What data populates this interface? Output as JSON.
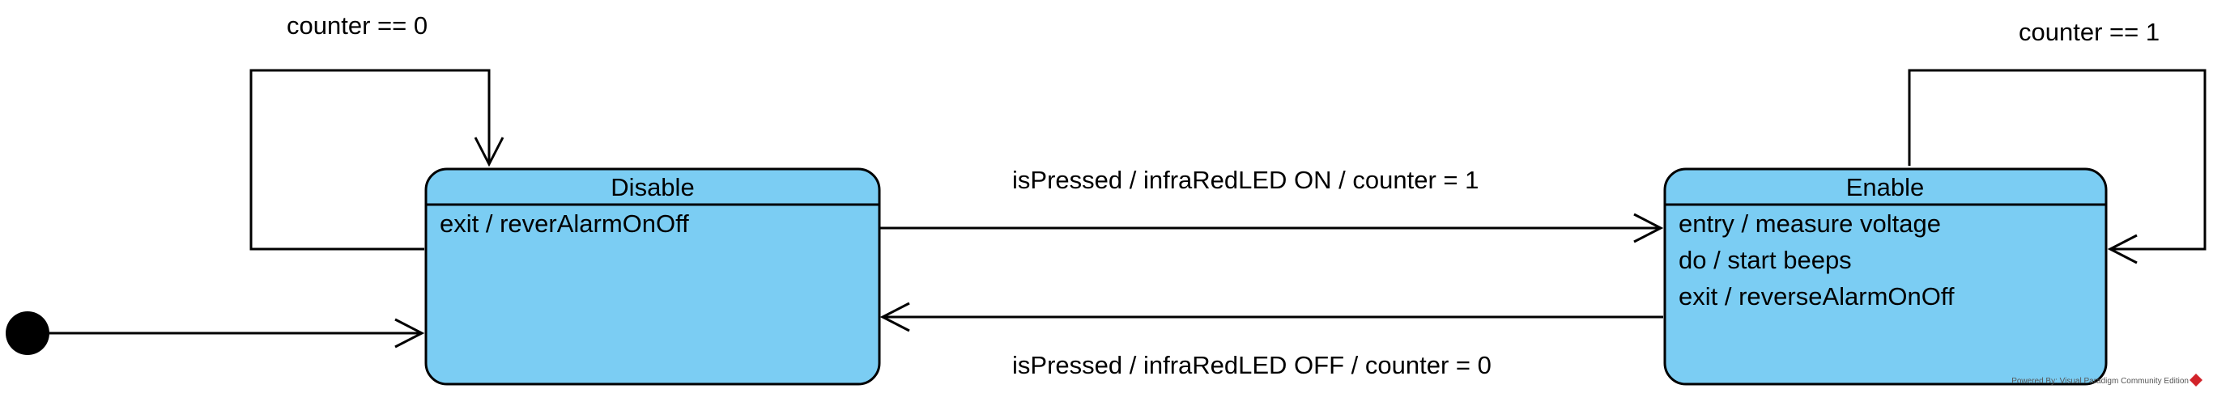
{
  "states": {
    "disable": {
      "name": "Disable",
      "activities": [
        "exit / reverAlarmOnOff"
      ]
    },
    "enable": {
      "name": "Enable",
      "activities": [
        "entry / measure voltage",
        "do / start beeps",
        "exit / reverseAlarmOnOff"
      ]
    }
  },
  "transitions": {
    "disable_self": "counter == 0",
    "enable_self": "counter == 1",
    "disable_to_enable": "isPressed / infraRedLED ON / counter = 1",
    "enable_to_disable": "isPressed / infraRedLED OFF / counter = 0"
  },
  "watermark": "Powered By: Visual Paradigm Community Edition",
  "colors": {
    "state_fill": "#7bcdf3",
    "stroke": "#000000"
  }
}
